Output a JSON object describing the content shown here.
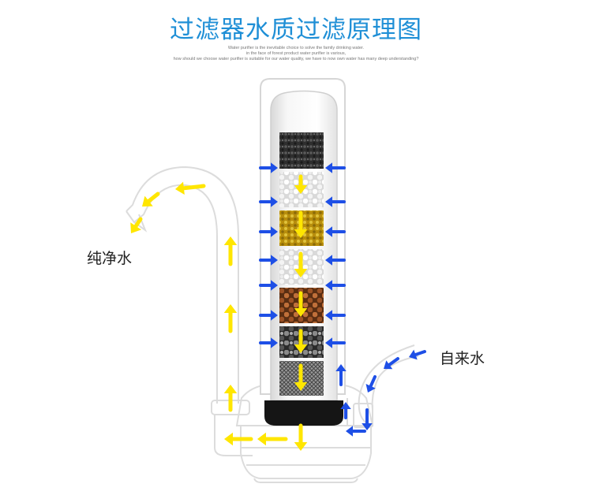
{
  "title": "过滤器水质过滤原理图",
  "subtitle": [
    "Water purifier is the inevitable choice to solve the family drinking water.",
    "in the face of forest product water purifier is various,",
    "how should we choose water purifier is suitable for our water quality, we have to now own water has many deep understanding?"
  ],
  "labels": {
    "outlet": "纯净水",
    "inlet": "自来水"
  },
  "colors": {
    "title": "#1f8fd6",
    "inflow_arrow": "#1e4fe6",
    "outflow_arrow": "#ffe600",
    "outline": "#dcdcdc"
  },
  "filter_layers": [
    {
      "name": "activated-carbon-granules",
      "color": "#3a3a3a"
    },
    {
      "name": "white-ceramic-balls",
      "color": "#e8e8e8"
    },
    {
      "name": "kdf-gold-granules",
      "color": "#c9a514"
    },
    {
      "name": "white-ceramic-balls-2",
      "color": "#e0e0e0"
    },
    {
      "name": "mineral-balls",
      "color": "#a65a2c"
    },
    {
      "name": "tourmaline-balls",
      "color": "#555555"
    },
    {
      "name": "mesh-screen",
      "color": "#7a7a7a"
    }
  ]
}
